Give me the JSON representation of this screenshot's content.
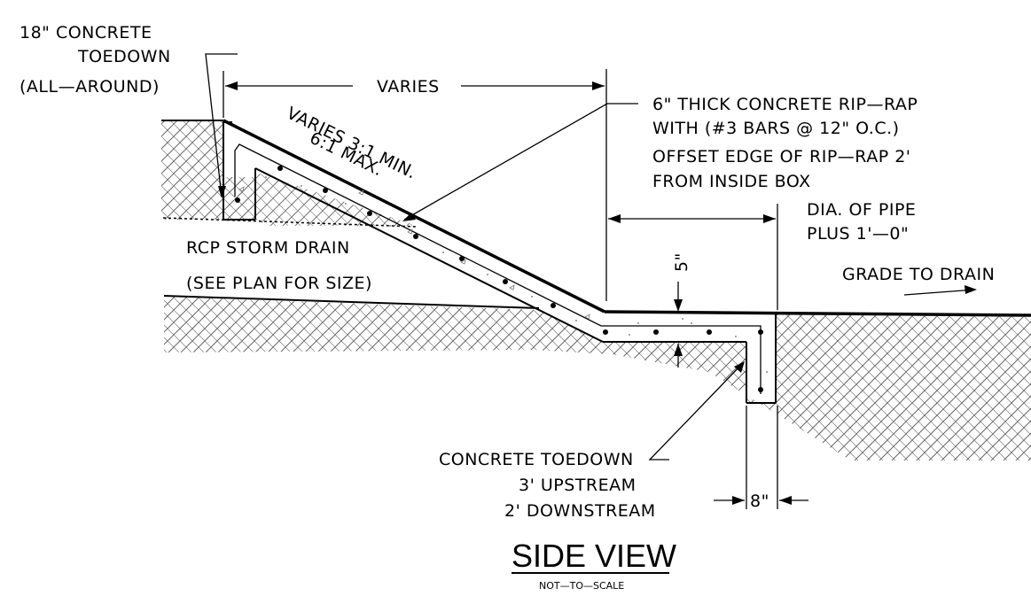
{
  "labels": {
    "toedown_all_around": [
      "18\" CONCRETE",
      "TOEDOWN",
      "(ALL—AROUND)"
    ],
    "varies_top": "VARIES",
    "slope_line1": "VARIES 3:1 MIN.",
    "slope_line2": "6:1 MAX.",
    "riprap": [
      "6\" THICK CONCRETE RIP—RAP",
      "WITH (#3 BARS @ 12\" O.C.)",
      "OFFSET EDGE OF RIP—RAP 2'",
      "FROM INSIDE BOX"
    ],
    "pipe_dia": [
      "DIA. OF PIPE",
      "PLUS 1'—0\""
    ],
    "rcp": [
      "RCP STORM DRAIN",
      "(SEE PLAN FOR SIZE)"
    ],
    "grade": "GRADE TO DRAIN",
    "thickness": "5\"",
    "toedown_bottom": [
      "CONCRETE TOEDOWN",
      "3' UPSTREAM",
      "2' DOWNSTREAM"
    ],
    "width": "8\""
  },
  "title": "SIDE VIEW",
  "subtitle": "NOT—TO—SCALE"
}
